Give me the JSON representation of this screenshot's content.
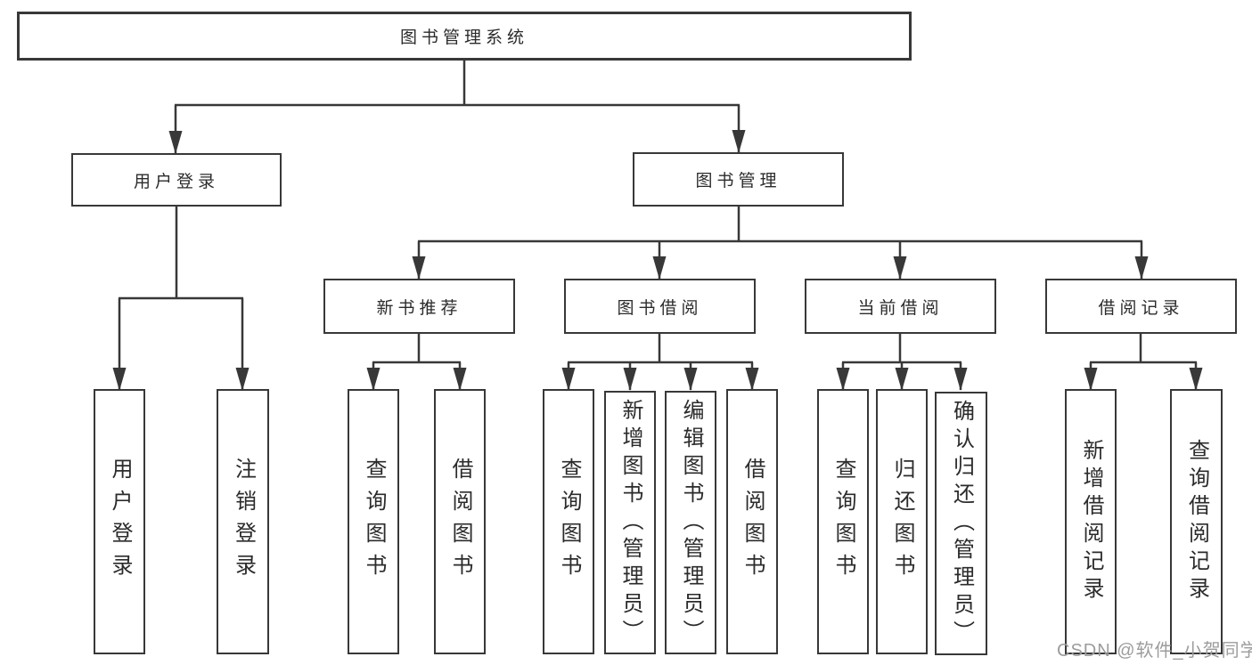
{
  "diagram": {
    "root": {
      "label": "图书管理系统"
    },
    "branches": [
      {
        "label": "用户登录",
        "children": [
          {
            "label": "用户登录"
          },
          {
            "label": "注销登录"
          }
        ]
      },
      {
        "label": "图书管理",
        "children": [
          {
            "label": "新书推荐",
            "children": [
              {
                "label": "查询图书"
              },
              {
                "label": "借阅图书"
              }
            ]
          },
          {
            "label": "图书借阅",
            "children": [
              {
                "label": "查询图书"
              },
              {
                "label": "新增图书（管理员）"
              },
              {
                "label": "编辑图书（管理员）"
              },
              {
                "label": "借阅图书"
              }
            ]
          },
          {
            "label": "当前借阅",
            "children": [
              {
                "label": "查询图书"
              },
              {
                "label": "归还图书"
              },
              {
                "label": "确认归还（管理员）"
              }
            ]
          },
          {
            "label": "借阅记录",
            "children": [
              {
                "label": "新增借阅记录"
              },
              {
                "label": "查询借阅记录"
              }
            ]
          }
        ]
      }
    ]
  },
  "watermark": {
    "text": "CSDN @软件_小贺同学"
  },
  "colors": {
    "line": "#383838",
    "text": "#2b2b2b",
    "watermark": "#9c9c9c",
    "background": "#ffffff"
  }
}
